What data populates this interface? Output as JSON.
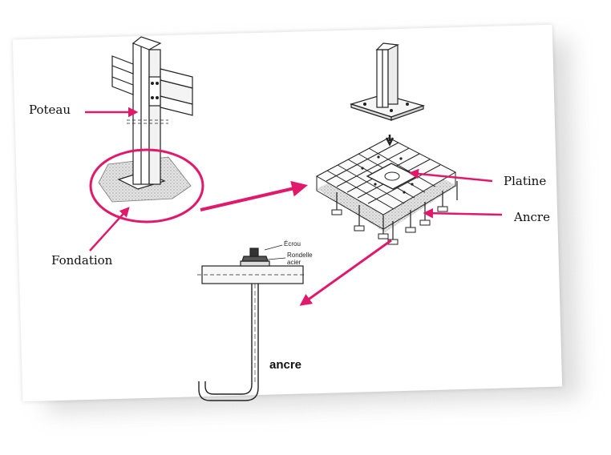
{
  "labels": {
    "poteau": "Poteau",
    "fondation": "Fondation",
    "platine": "Platine",
    "ancre_right": "Ancre",
    "ancre_bottom": "ancre",
    "ecrou": "Écrou",
    "rondelle": "Rondelle",
    "acier": "acier"
  },
  "colors": {
    "accent": "#e0196b",
    "line": "#222222",
    "fill_grey": "#c9c9c9"
  }
}
